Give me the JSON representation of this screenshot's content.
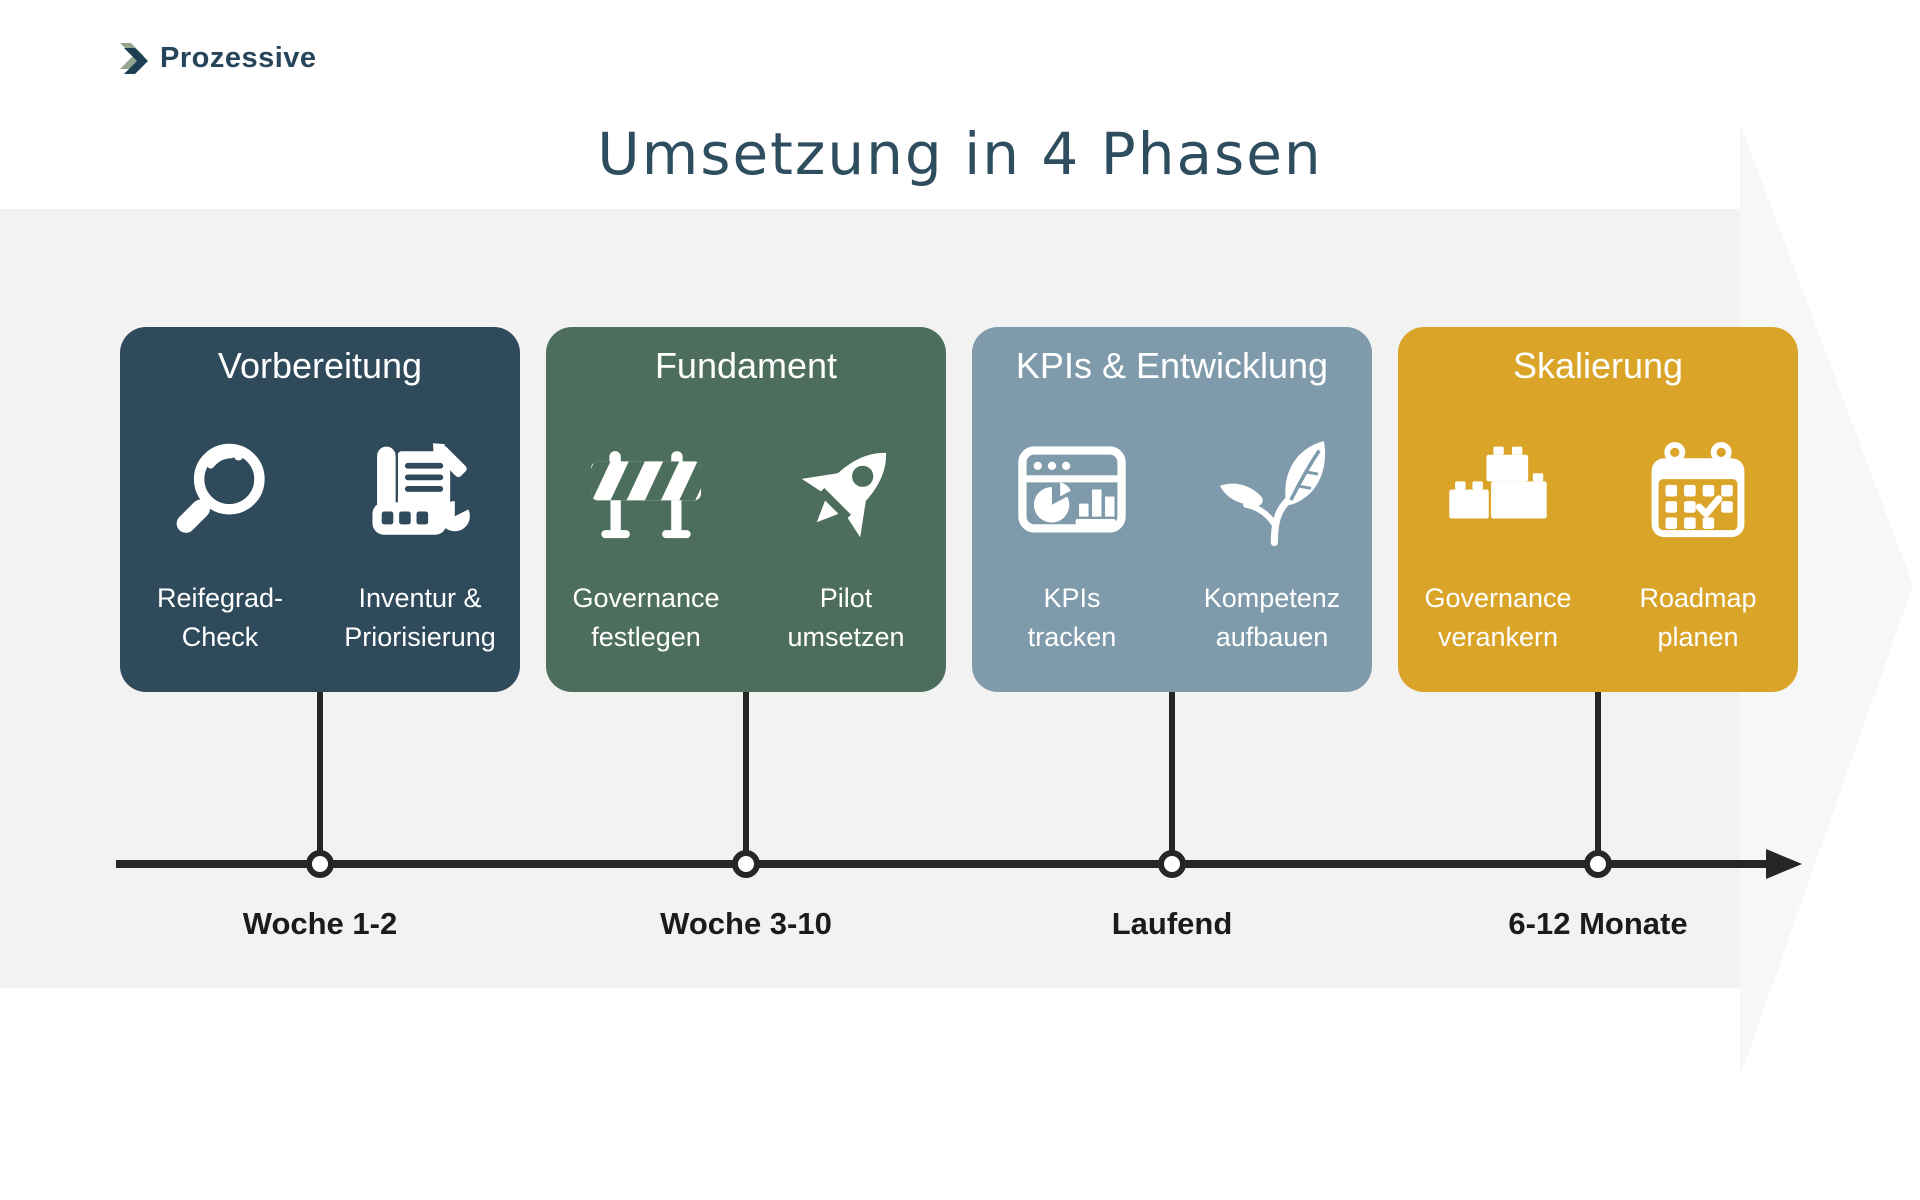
{
  "logo": {
    "text": "Prozessive"
  },
  "title": {
    "text": "Umsetzung in 4 Phasen"
  },
  "colors": {
    "page_bg": "#ffffff",
    "title_text": "#2e4d5e",
    "logo_text": "#27455a",
    "logo_chevron_dark": "#1e3e53",
    "logo_chevron_light": "#95a68f",
    "band": "#f2f2f2",
    "band_arrowhead": "#f6f7f7",
    "timeline_line": "#262626",
    "timeline_label": "#1b1b1b",
    "node_fill": "#ffffff",
    "icon": "#ffffff"
  },
  "phases": [
    {
      "title": "Vorbereitung",
      "color": "#2e4a5b",
      "milestone": "Woche 1-2",
      "items": [
        {
          "icon": "magnifier-icon",
          "label": "Reifegrad-\nCheck"
        },
        {
          "icon": "inventory-icon",
          "label": "Inventur &\nPriorisierung"
        }
      ]
    },
    {
      "title": "Fundament",
      "color": "#4d6e5d",
      "milestone": "Woche 3-10",
      "items": [
        {
          "icon": "barrier-icon",
          "label": "Governance\nfestlegen"
        },
        {
          "icon": "rocket-icon",
          "label": "Pilot\numsetzen"
        }
      ]
    },
    {
      "title": "KPIs & Entwicklung",
      "color": "#7f9bab",
      "milestone": "Laufend",
      "items": [
        {
          "icon": "dashboard-icon",
          "label": "KPIs\ntracken"
        },
        {
          "icon": "plant-icon",
          "label": "Kompetenz\naufbauen"
        }
      ]
    },
    {
      "title": "Skalierung",
      "color": "#d9a427",
      "milestone": "6-12 Monate",
      "items": [
        {
          "icon": "blocks-icon",
          "label": "Governance\nverankern"
        },
        {
          "icon": "calendar-icon",
          "label": "Roadmap\nplanen"
        }
      ]
    }
  ]
}
